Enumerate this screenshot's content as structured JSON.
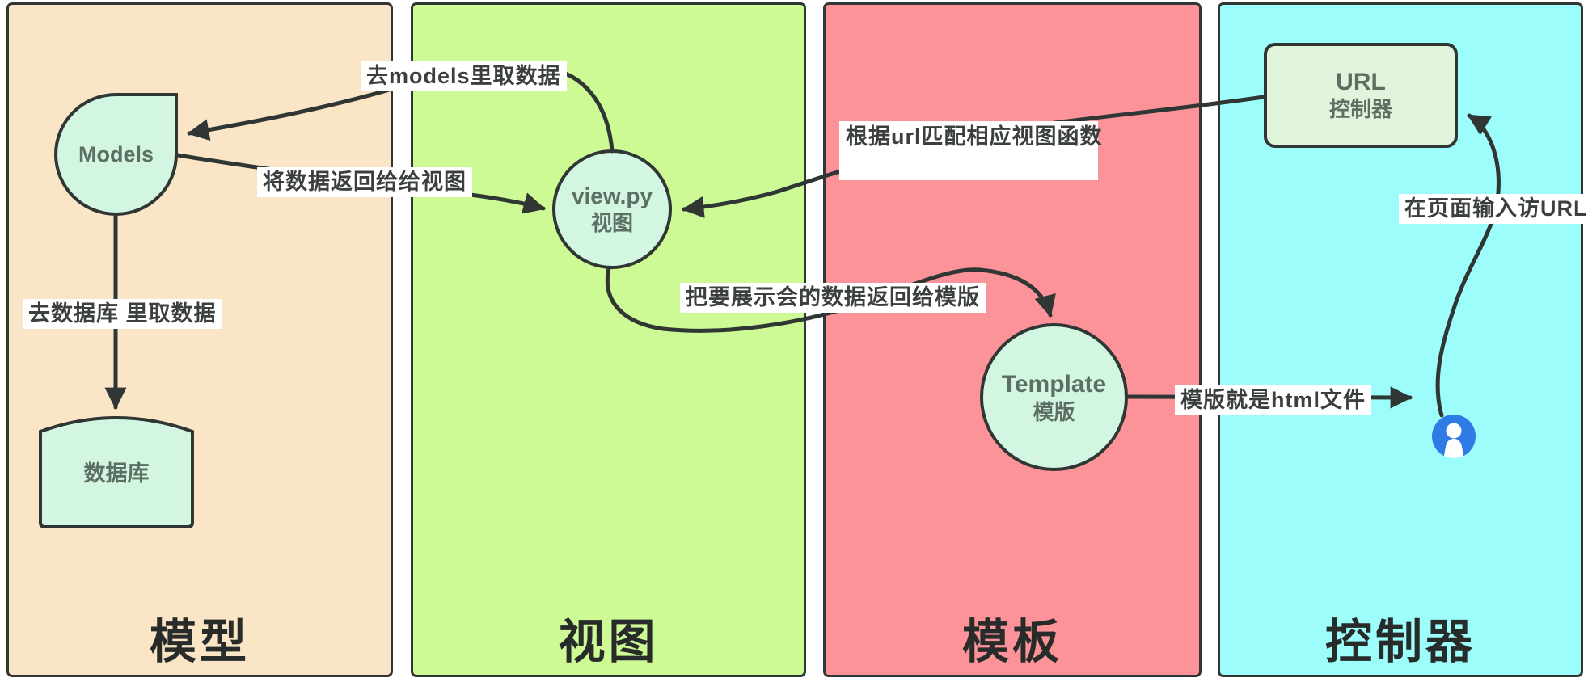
{
  "columns": [
    {
      "id": "model",
      "title": "模型",
      "color": "#fae5c7"
    },
    {
      "id": "view",
      "title": "视图",
      "color": "#cdfa95"
    },
    {
      "id": "template",
      "title": "模板",
      "color": "#fb9398"
    },
    {
      "id": "controller",
      "title": "控制器",
      "color": "#9dfdfb"
    }
  ],
  "nodes": {
    "models": {
      "label": "Models"
    },
    "database": {
      "label": "数据库"
    },
    "viewpy": {
      "title": "view.py",
      "subtitle": "视图"
    },
    "template": {
      "title": "Template",
      "subtitle": "模版"
    },
    "url_controller": {
      "title": "URL",
      "subtitle": "控制器"
    }
  },
  "annotations": {
    "to_models": "去models里取数据",
    "return_to_view": "将数据返回给给视图",
    "to_database": "去数据库 里取数据",
    "match_url": "根据url匹配相应视图函数",
    "return_to_template": "把要展示会的数据返回给模版",
    "template_is_html": "模版就是html文件",
    "enter_url": "在页面输入访URL"
  },
  "icons": {
    "user": "user-icon"
  },
  "colors": {
    "column_model": "#fae5c7",
    "column_view": "#cdfa95",
    "column_template": "#fb9398",
    "column_controller": "#9dfdfb",
    "node_fill": "#d2f6e2",
    "url_box_fill": "#e0f5dc",
    "stroke_dark": "#2f3633",
    "label_text": "#3b403d",
    "node_text": "#5d6f63",
    "column_title_text": "#272b29",
    "user_icon_blue": "#2e7be6",
    "label_background": "#ffffff"
  }
}
